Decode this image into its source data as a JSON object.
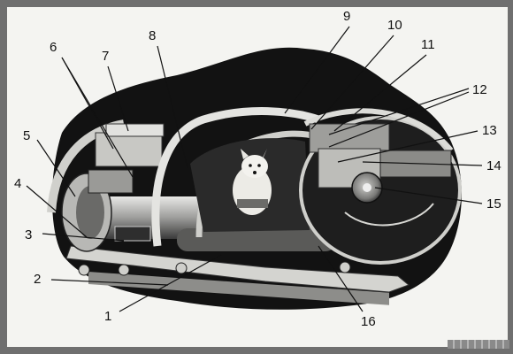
{
  "image": {
    "subject": "spacecraft-cabin-cutaway-with-dog",
    "palette": {
      "paper": "#f4f4f1",
      "shadow": "#111111",
      "metal_light": "#d9d9d6",
      "metal_mid": "#9a9a98",
      "metal_dark": "#4a4a4a",
      "ink": "#111111"
    }
  },
  "callouts": [
    {
      "id": "1",
      "label": "1"
    },
    {
      "id": "2",
      "label": "2"
    },
    {
      "id": "3",
      "label": "3"
    },
    {
      "id": "4",
      "label": "4"
    },
    {
      "id": "5",
      "label": "5"
    },
    {
      "id": "6",
      "label": "6"
    },
    {
      "id": "7",
      "label": "7"
    },
    {
      "id": "8",
      "label": "8"
    },
    {
      "id": "9",
      "label": "9"
    },
    {
      "id": "10",
      "label": "10"
    },
    {
      "id": "11",
      "label": "11"
    },
    {
      "id": "12",
      "label": "12"
    },
    {
      "id": "13",
      "label": "13"
    },
    {
      "id": "14",
      "label": "14"
    },
    {
      "id": "15",
      "label": "15"
    },
    {
      "id": "16",
      "label": "16"
    }
  ]
}
